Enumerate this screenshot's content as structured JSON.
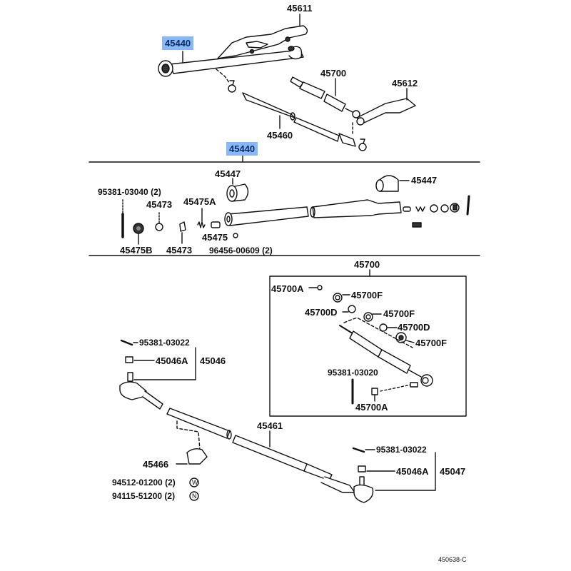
{
  "diagram": {
    "top_section": {
      "labels": {
        "steering_link": "45611",
        "highlighted_part_top": "45440",
        "damper": "45700",
        "idler_arm": "45612",
        "drag_link": "45460",
        "highlighted_part_section": "45440"
      }
    },
    "relay_rod_section": {
      "labels": {
        "bushing_left": "45447",
        "bushing_right": "45447",
        "cotter_pin": "95381-03040 (2)",
        "plug": "45473",
        "plug_lower": "45473",
        "spring": "45475A",
        "seat": "45475",
        "plug_b": "45475B",
        "grease_fitting": "96456-00609 (2)"
      }
    },
    "damper_box": {
      "title": "45700",
      "labels": {
        "nut_a_top": "45700A",
        "bushing_f1": "45700F",
        "washer_d1": "45700D",
        "bushing_f2": "45700F",
        "washer_d2": "45700D",
        "bushing_f3": "45700F",
        "cotter_pin": "95381-03020",
        "nut_a_bottom": "45700A"
      }
    },
    "tie_rod_section": {
      "labels": {
        "left_cotter_pin": "95381-03022",
        "left_nut": "45046A",
        "left_tie_rod_end": "45046",
        "tie_rod": "45461",
        "clamp": "45466",
        "clamp_bolt": "94512-01200 (2)",
        "clamp_bolt_marker": "W",
        "clamp_nut": "94115-51200 (2)",
        "clamp_nut_marker": "N",
        "right_cotter_pin": "95381-03022",
        "right_nut": "45046A",
        "right_tie_rod_end": "45047"
      }
    },
    "figure_code": "450638-C",
    "highlight_color": "#8ab8f5",
    "line_color": "#111111"
  }
}
